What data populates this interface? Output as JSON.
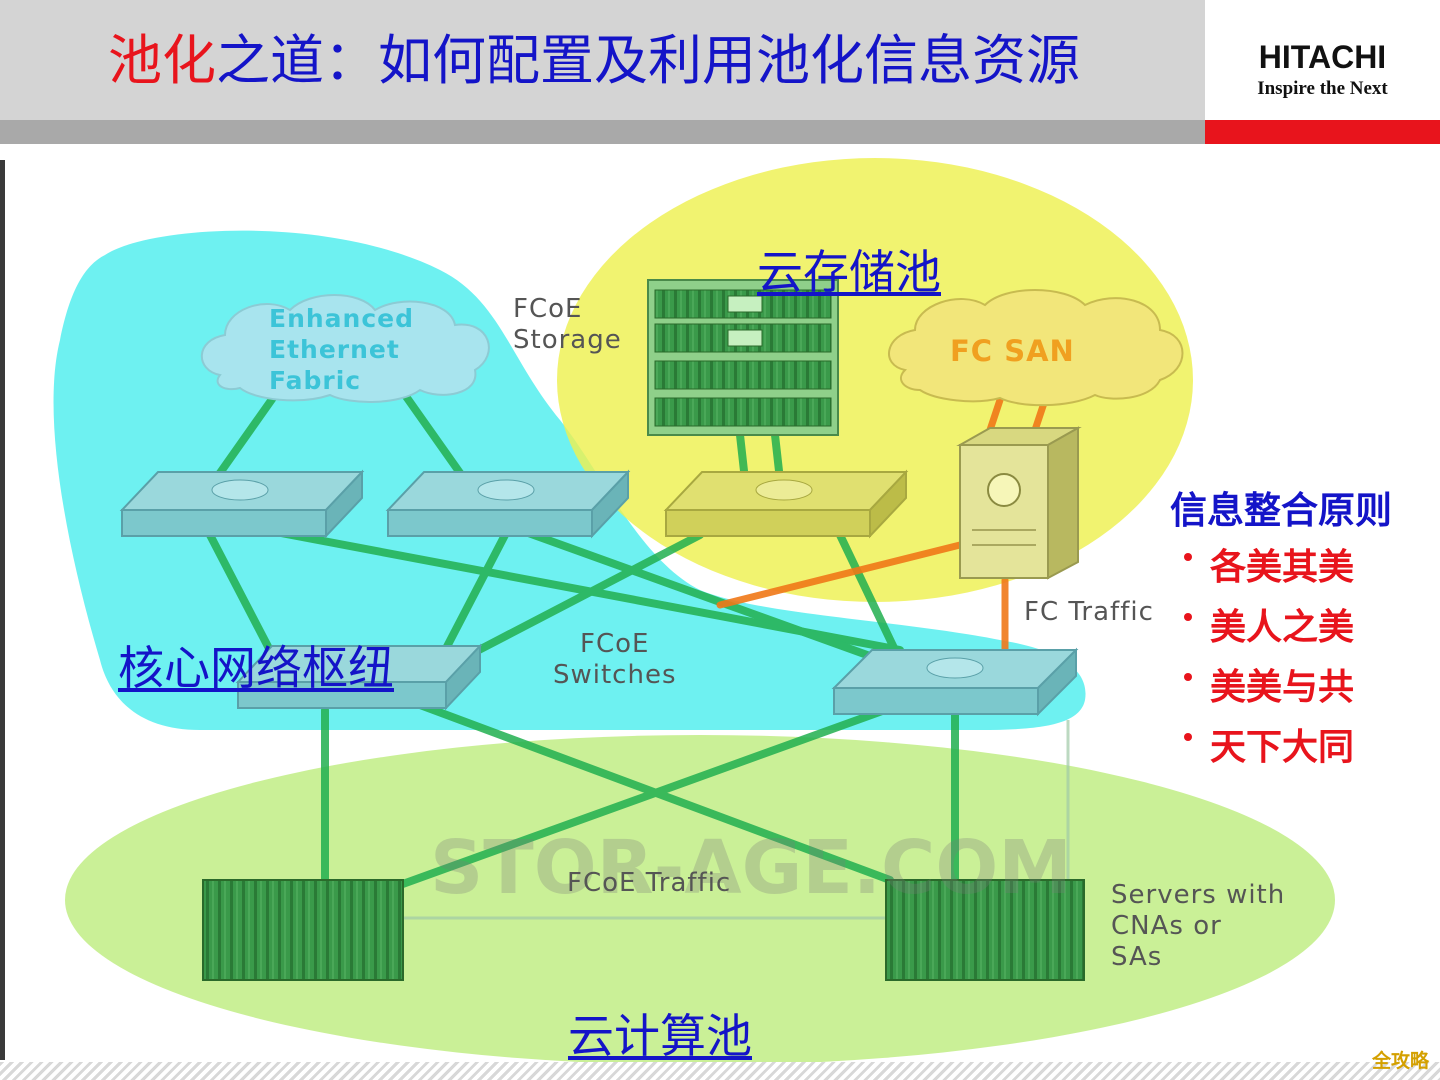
{
  "header": {
    "title_red": "池化",
    "title_blue": "之道：如何配置及利用池化信息资源"
  },
  "logo": {
    "name": "HITACHI",
    "tagline": "Inspire the Next"
  },
  "diagram": {
    "pools": {
      "storage": "云存储池",
      "network": "核心网络枢纽",
      "compute": "云计算池"
    },
    "labels": {
      "fcoe_storage": [
        "FCoE",
        "Storage"
      ],
      "fc_san": "FC SAN",
      "enhanced_ethernet": [
        "Enhanced",
        "Ethernet",
        "Fabric"
      ],
      "fcoe_switches": [
        "FCoE",
        "Switches"
      ],
      "fc_traffic": "FC Traffic",
      "fcoe_traffic": "FCoE Traffic",
      "servers": [
        "Servers with",
        "CNAs or",
        "SAs"
      ]
    },
    "image_watermark": "STOR-AGE.COM"
  },
  "principles": {
    "title": "信息整合原则",
    "items": [
      "各美其美",
      "美人之美",
      "美美与共",
      "天下大同"
    ]
  },
  "corner_watermark": "全攻略",
  "colors": {
    "title_blue": "#1414c8",
    "accent_red": "#e8141c",
    "cyan_region": "#5ef0f0",
    "yellow_region": "#eef050",
    "green_region": "#c4ee8c",
    "link_green": "#22b050",
    "fc_orange": "#f07818"
  }
}
